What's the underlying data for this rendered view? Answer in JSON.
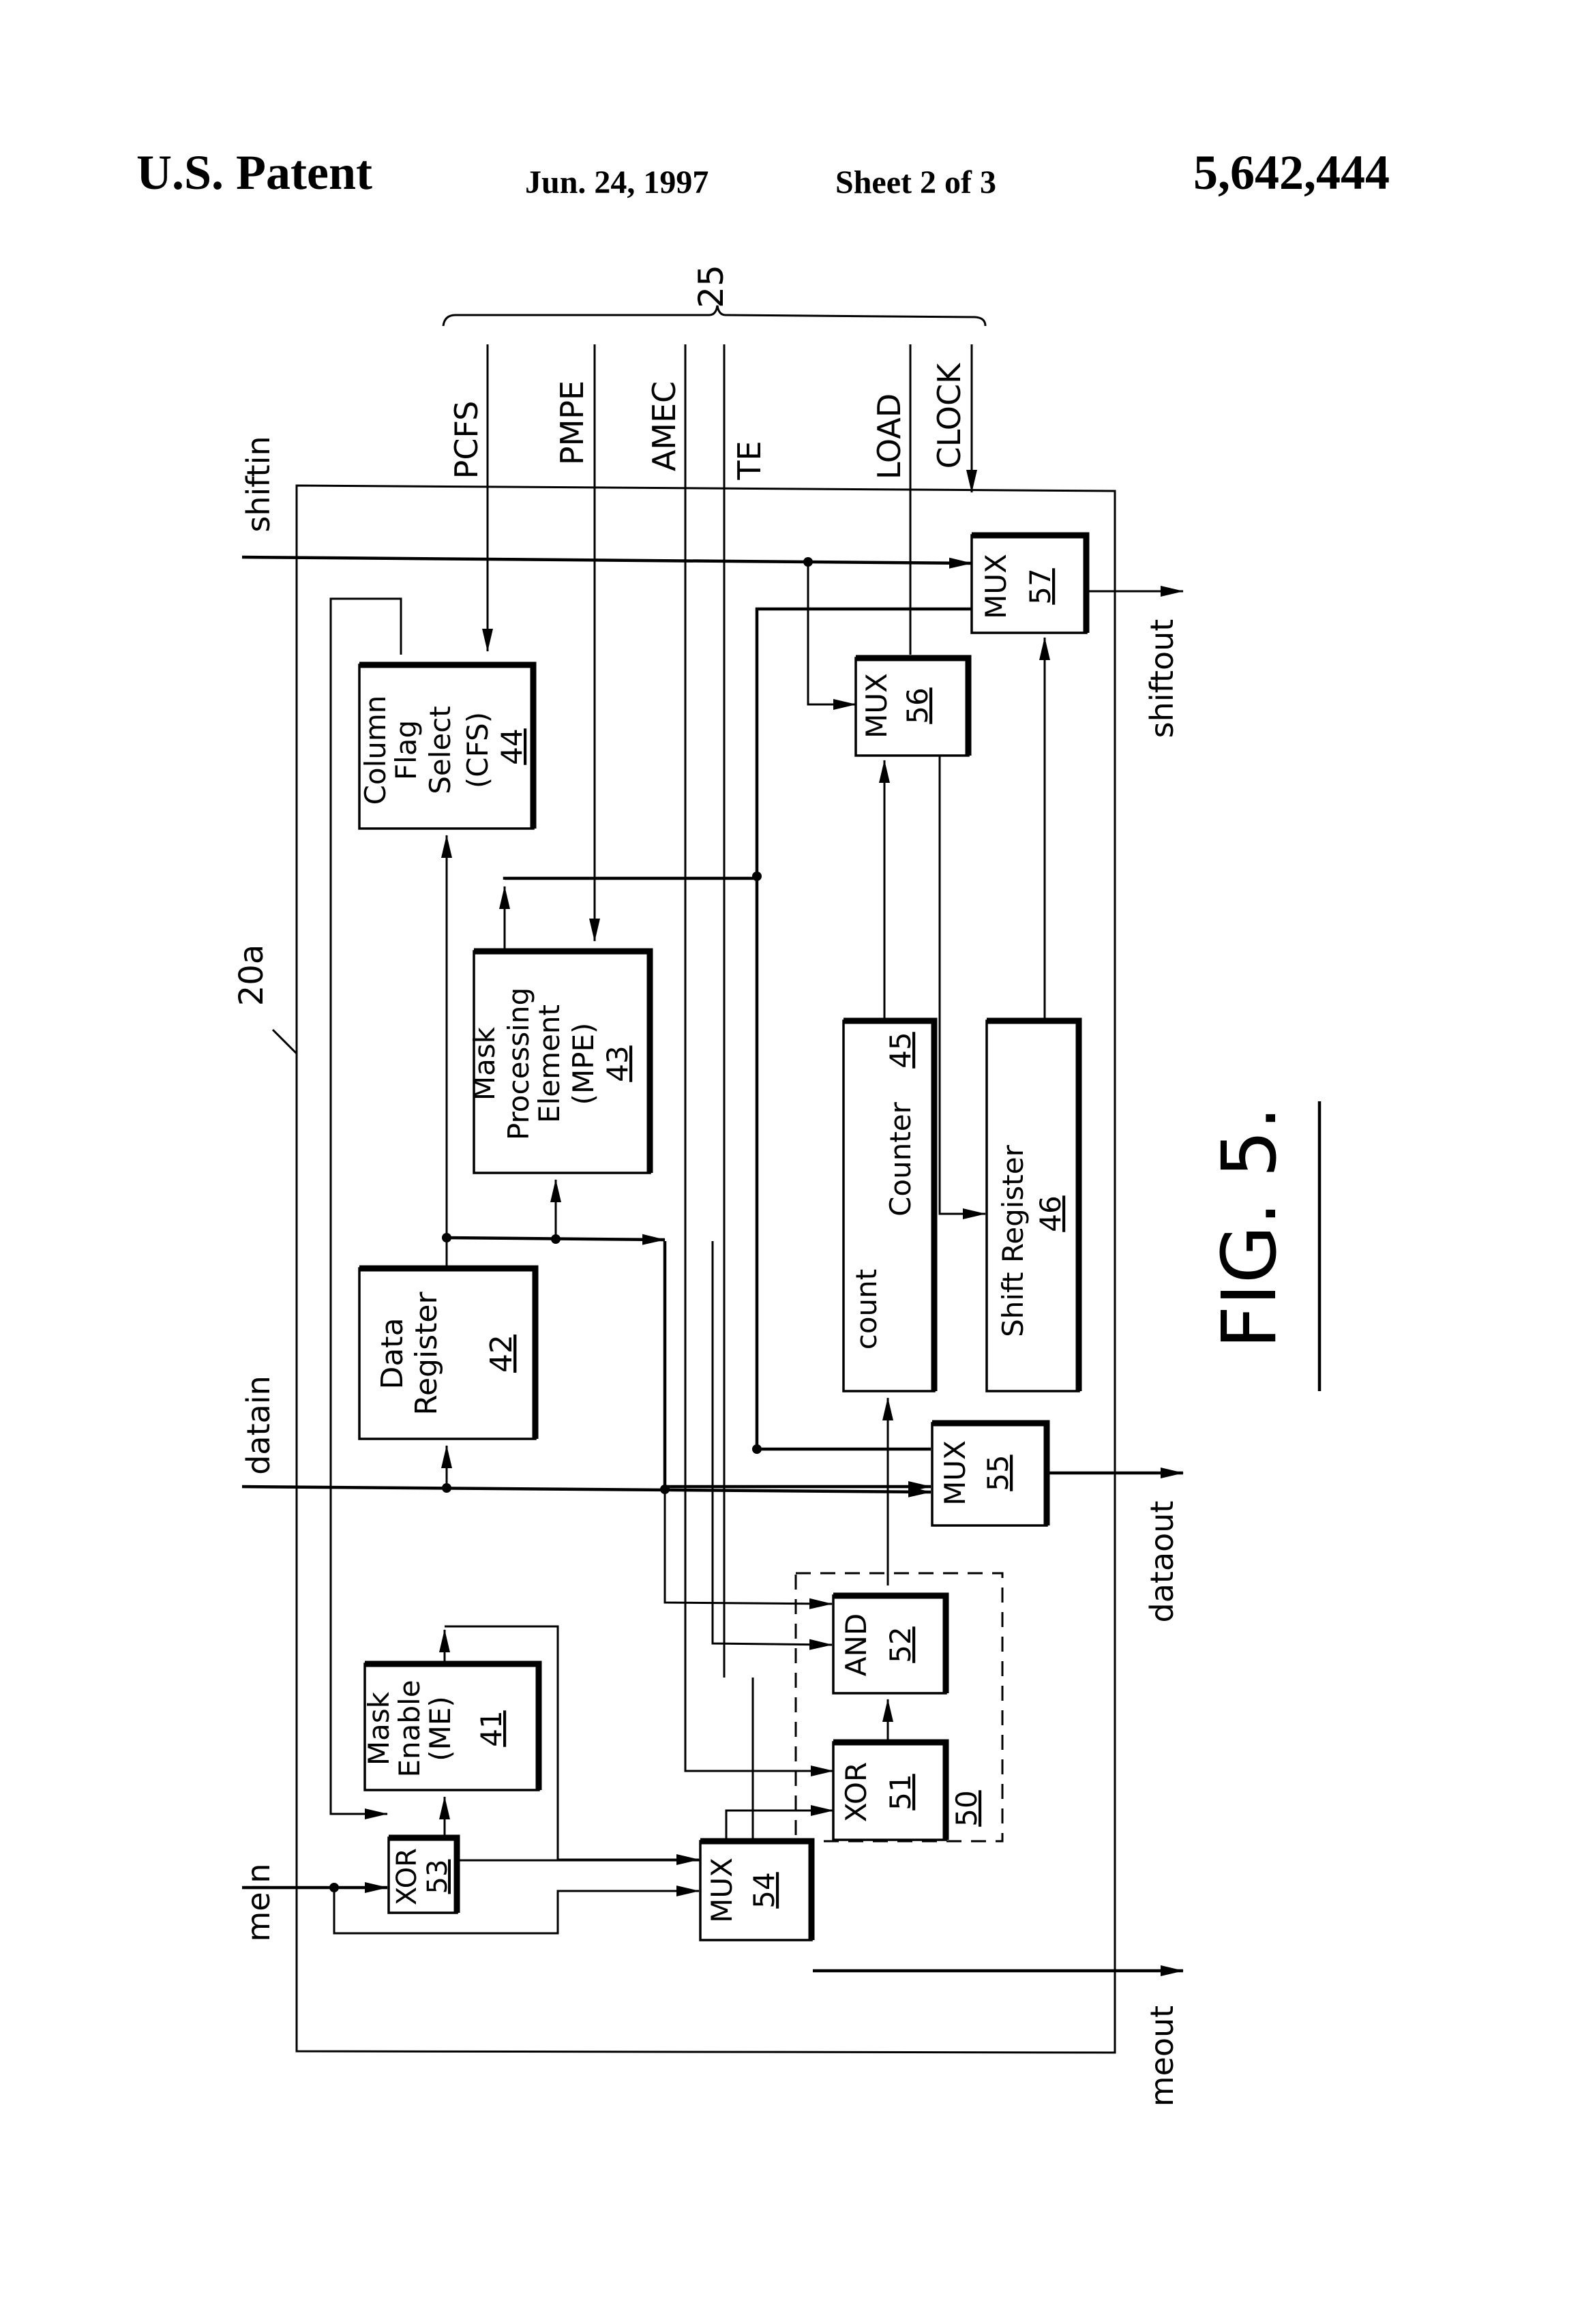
{
  "header": {
    "left": "U.S. Patent",
    "date": "Jun. 24, 1997",
    "sheet": "Sheet 2 of 3",
    "patent_number": "5,642,444"
  },
  "figure": {
    "label": "FIG. 5.",
    "bus_ref": "25",
    "unit_ref": "20a"
  },
  "signals": {
    "inputs_top": [
      "PCFS",
      "PMPE",
      "AMEC",
      "TE",
      "LOAD",
      "CLOCK"
    ],
    "shiftin": "shiftin",
    "datain": "datain",
    "mein": "mein",
    "shiftout": "shiftout",
    "dataout": "dataout",
    "meout": "meout"
  },
  "blocks": {
    "cfs": {
      "lines": [
        "Column",
        "Flag",
        "Select",
        "(CFS)"
      ],
      "ref": "44"
    },
    "mpe": {
      "lines": [
        "Mask",
        "Processing",
        "Element",
        "(MPE)"
      ],
      "ref": "43"
    },
    "data_register": {
      "lines": [
        "Data",
        "Register"
      ],
      "ref": "42"
    },
    "counter": {
      "label": "Counter",
      "ref": "45",
      "input_label": "count"
    },
    "shift_register": {
      "label": "Shift Register",
      "ref": "46"
    },
    "mux56": {
      "label": "MUX",
      "ref": "56"
    },
    "mux57": {
      "label": "MUX",
      "ref": "57"
    },
    "mux55": {
      "label": "MUX",
      "ref": "55"
    },
    "mux54": {
      "label": "MUX",
      "ref": "54"
    },
    "and52": {
      "label": "AND",
      "ref": "52"
    },
    "xor51": {
      "label": "XOR",
      "ref": "51"
    },
    "xor53": {
      "label": "XOR",
      "ref": "53"
    },
    "me": {
      "lines": [
        "Mask",
        "Enable",
        "(ME)"
      ],
      "ref": "41"
    },
    "group50": {
      "ref": "50"
    }
  }
}
